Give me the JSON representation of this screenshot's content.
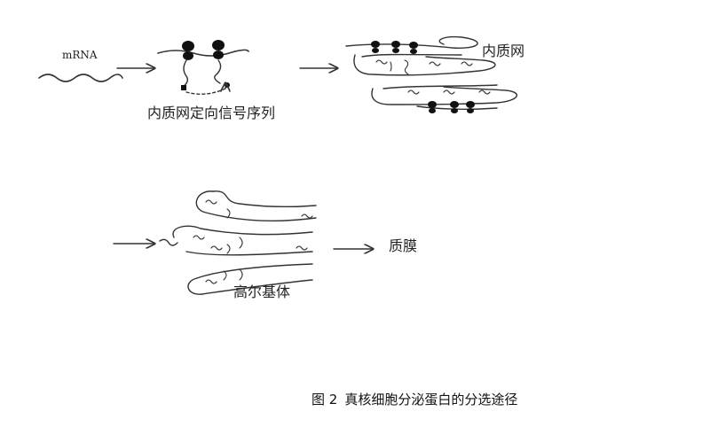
{
  "labels": {
    "mrna": "mRNA",
    "signal_sequence": "内质网定向信号序列",
    "er": "内质网",
    "golgi": "高尔基体",
    "plasma_membrane": "质膜"
  },
  "caption": {
    "number": "图 2",
    "text": "真核细胞分泌蛋白的分选途径"
  }
}
